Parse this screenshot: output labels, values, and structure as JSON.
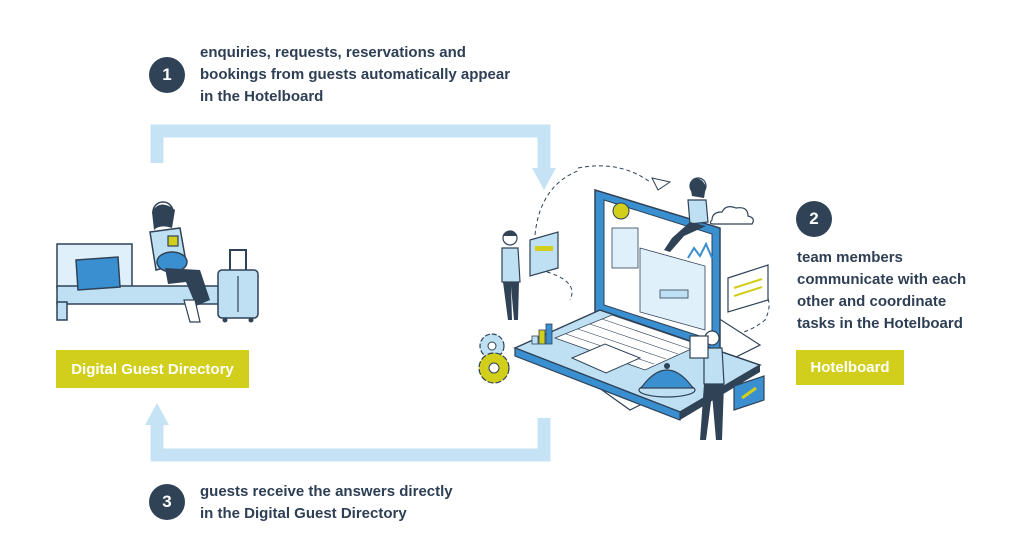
{
  "steps": [
    {
      "number": "1",
      "text": "enquiries, requests, reservations and\nbookings from guests automatically appear\nin the Hotelboard"
    },
    {
      "number": "2",
      "text": "team members\ncommunicate with each\nother and coordinate\ntasks in the Hotelboard"
    },
    {
      "number": "3",
      "text": "guests receive the answers directly\nin the Digital Guest Directory"
    }
  ],
  "labels": {
    "left": "Digital Guest Directory",
    "right": "Hotelboard"
  },
  "colors": {
    "arrow": "#c5e3f4",
    "accent": "#d2cf1c",
    "dark": "#2f4256",
    "device_blue": "#3a8fd1",
    "light_blue": "#bfe0f3"
  },
  "icons": [
    "guest-on-bed-illustration",
    "suitcase-icon",
    "laptop-illustration",
    "gear-icon",
    "cloud-icon",
    "paper-plane-icon",
    "cloche-icon"
  ]
}
